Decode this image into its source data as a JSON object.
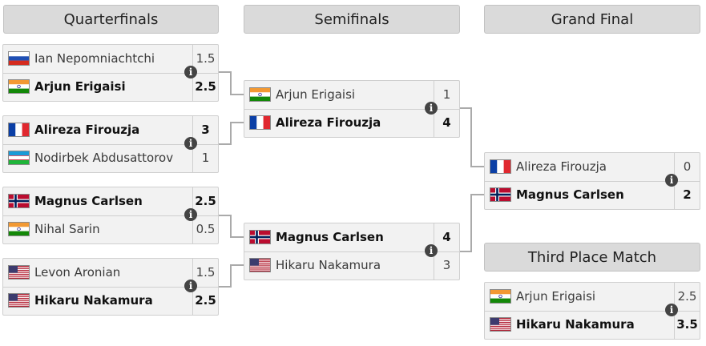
{
  "rounds": {
    "quarterfinals": "Quarterfinals",
    "semifinals": "Semifinals",
    "grand_final": "Grand Final",
    "third_place": "Third Place Match"
  },
  "info_glyph": "i",
  "matches": {
    "qf1": {
      "p1": {
        "name": "Ian Nepomniachtchi",
        "score": "1.5",
        "flag": "russia"
      },
      "p2": {
        "name": "Arjun Erigaisi",
        "score": "2.5",
        "flag": "india"
      }
    },
    "qf2": {
      "p1": {
        "name": "Alireza Firouzja",
        "score": "3",
        "flag": "france"
      },
      "p2": {
        "name": "Nodirbek Abdusattorov",
        "score": "1",
        "flag": "uzbekistan"
      }
    },
    "qf3": {
      "p1": {
        "name": "Magnus Carlsen",
        "score": "2.5",
        "flag": "norway"
      },
      "p2": {
        "name": "Nihal Sarin",
        "score": "0.5",
        "flag": "india"
      }
    },
    "qf4": {
      "p1": {
        "name": "Levon Aronian",
        "score": "1.5",
        "flag": "usa"
      },
      "p2": {
        "name": "Hikaru Nakamura",
        "score": "2.5",
        "flag": "usa"
      }
    },
    "sf1": {
      "p1": {
        "name": "Arjun Erigaisi",
        "score": "1",
        "flag": "india"
      },
      "p2": {
        "name": "Alireza Firouzja",
        "score": "4",
        "flag": "france"
      }
    },
    "sf2": {
      "p1": {
        "name": "Magnus Carlsen",
        "score": "4",
        "flag": "norway"
      },
      "p2": {
        "name": "Hikaru Nakamura",
        "score": "3",
        "flag": "usa"
      }
    },
    "final": {
      "p1": {
        "name": "Alireza Firouzja",
        "score": "0",
        "flag": "france"
      },
      "p2": {
        "name": "Magnus Carlsen",
        "score": "2",
        "flag": "norway"
      }
    },
    "third": {
      "p1": {
        "name": "Arjun Erigaisi",
        "score": "2.5",
        "flag": "india"
      },
      "p2": {
        "name": "Hikaru Nakamura",
        "score": "3.5",
        "flag": "usa"
      }
    }
  },
  "colors": {
    "header_bg": "#dadada",
    "cell_bg": "#f2f2f2",
    "connector": "#aaaaaa",
    "info_icon": "#444444"
  }
}
